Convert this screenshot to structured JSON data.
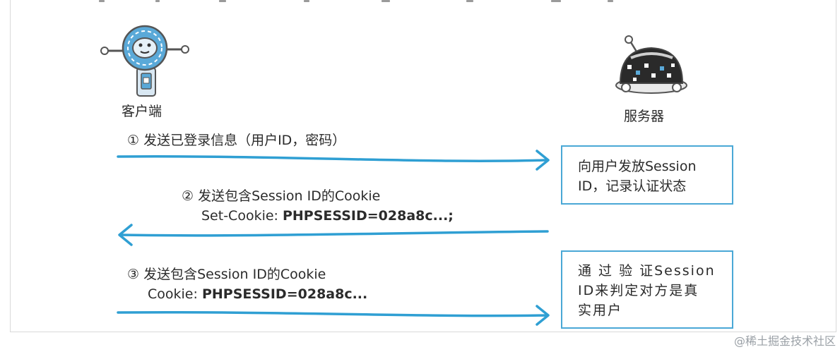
{
  "diagram": {
    "client": {
      "label": "客户端"
    },
    "server": {
      "label": "服务器"
    },
    "steps": [
      {
        "text": "① 发送已登录信息（用户ID，密码）"
      },
      {
        "line1": "② 发送包含Session ID的Cookie",
        "line2_prefix": "Set-Cookie: ",
        "line2_value": "PHPSESSID=028a8c...;"
      },
      {
        "line1": "③ 发送包含Session ID的Cookie",
        "line2_prefix": "Cookie: ",
        "line2_value": "PHPSESSID=028a8c..."
      }
    ],
    "boxes": [
      {
        "lines": [
          "向用户发放Session",
          "ID，记录认证状态"
        ]
      },
      {
        "lines": [
          "通 过 验 证Session",
          "ID来判定对方是真",
          "实用户"
        ]
      }
    ],
    "colors": {
      "arrow": "#2f9fd3",
      "box_border": "#4aa8d6",
      "robot_blue": "#5aa9d8"
    }
  },
  "watermark": "@稀土掘金技术社区"
}
